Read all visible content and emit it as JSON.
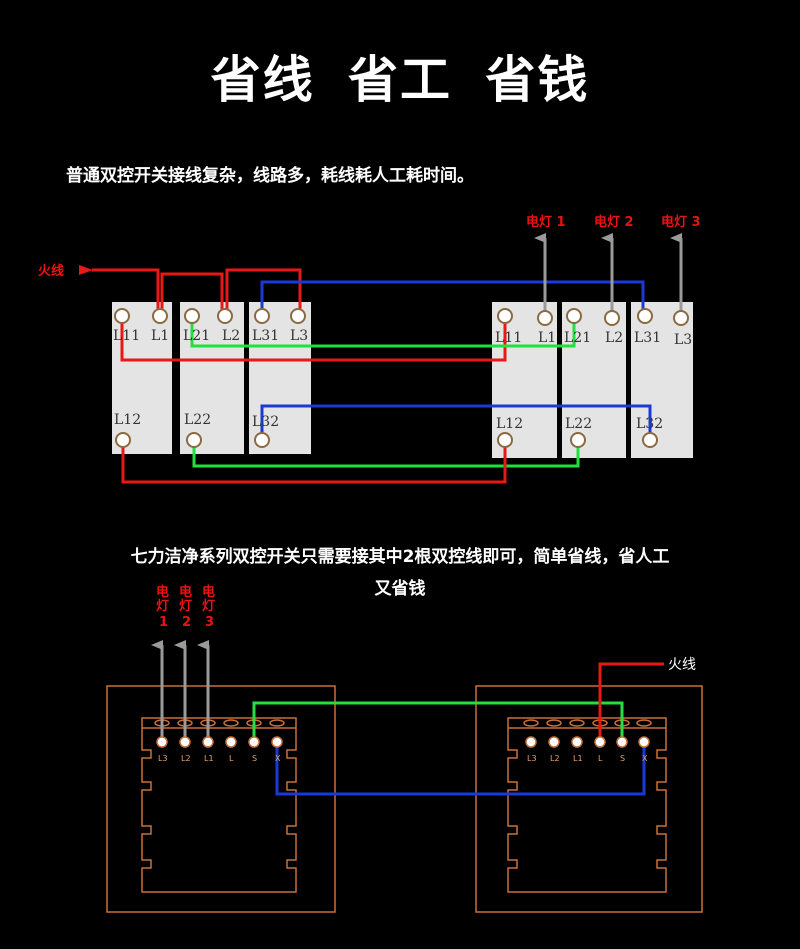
{
  "title": "省线 省工 省钱",
  "caption_top": "普通双控开关接线复杂，线路多，耗线耗人工耗时间。",
  "caption_bottom_line1": "七力洁净系列双控开关只需要接其中2根双控线即可，简单省线，省人工",
  "caption_bottom_line2": "又省钱",
  "top_diagram": {
    "live_label": "火线",
    "lamp_labels": [
      "电灯 1",
      "电灯 2",
      "电灯 3"
    ],
    "left_box1": [
      "L11",
      "L1",
      "L12"
    ],
    "left_box2": [
      "L21",
      "L2",
      "L22"
    ],
    "left_box3": [
      "L31",
      "L3",
      "L32"
    ],
    "right_box1": [
      "L11",
      "L1",
      "L12"
    ],
    "right_box2": [
      "L21",
      "L2",
      "L22"
    ],
    "right_box3": [
      "L31",
      "L3",
      "L32"
    ]
  },
  "bottom_diagram": {
    "live_label": "火线",
    "lamp_chars": [
      "电",
      "灯",
      "1",
      "电",
      "灯",
      "2",
      "电",
      "灯",
      "3"
    ],
    "terminal_labels": [
      "L3",
      "L2",
      "L1",
      "L",
      "S",
      "X"
    ]
  },
  "colors": {
    "red": "#e81818",
    "green": "#22e040",
    "blue": "#1a3ad8",
    "gray": "#9a9a9a",
    "orange": "#c8703a"
  }
}
